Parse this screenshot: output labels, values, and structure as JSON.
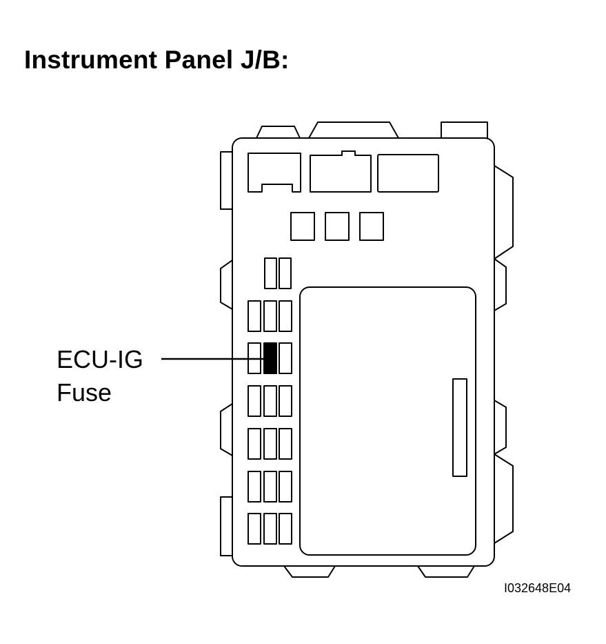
{
  "title": "Instrument Panel J/B:",
  "callout": {
    "line1": "ECU-IG",
    "line2": "Fuse"
  },
  "figure_id": "I032648E04",
  "colors": {
    "stroke": "#000000",
    "background": "#ffffff",
    "highlight_fuse": "#000000"
  }
}
